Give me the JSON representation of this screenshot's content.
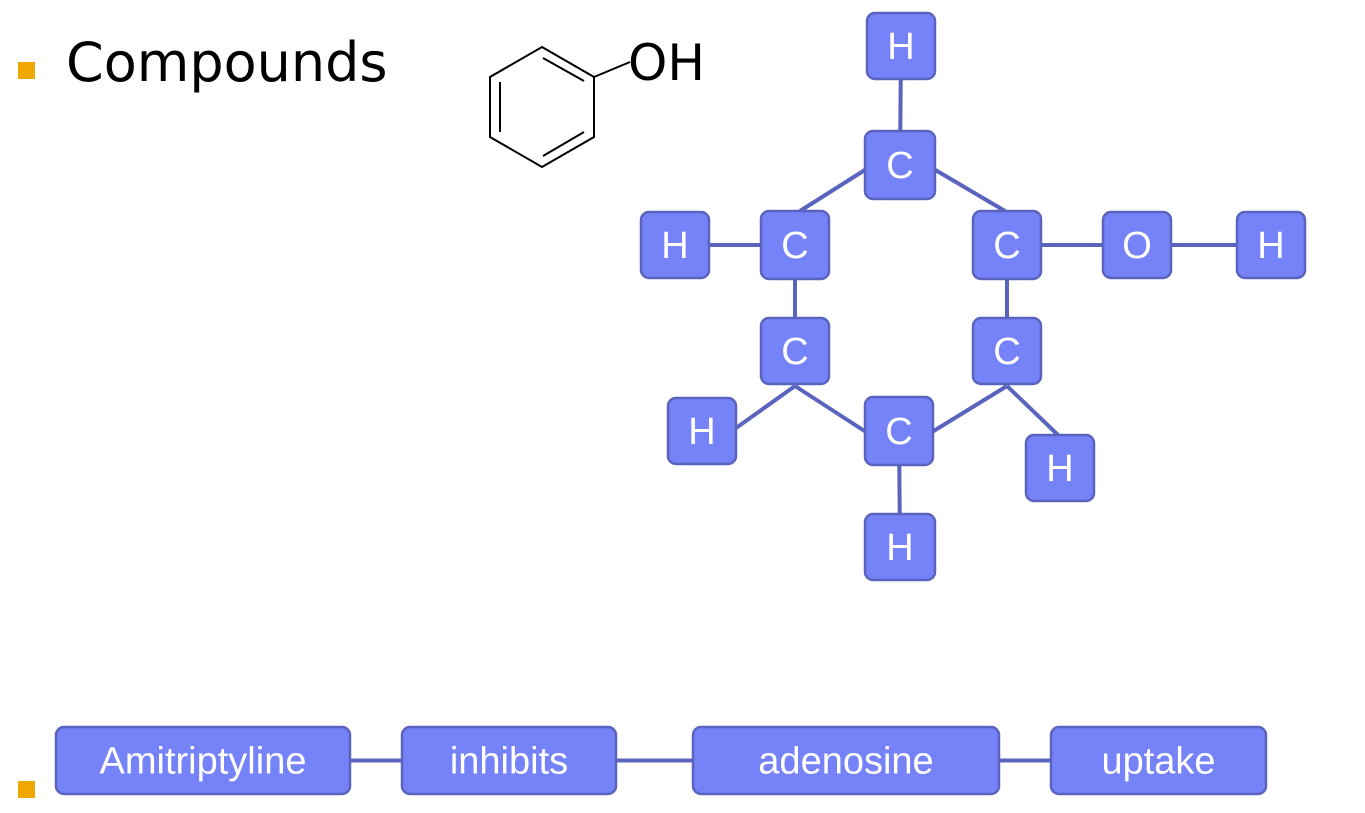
{
  "slide": {
    "bullet_color": "#F0A800",
    "heading": "Compounds"
  },
  "structural_formula": {
    "group_label": "OH"
  },
  "colors": {
    "node_fill": "#7682F7",
    "node_stroke": "#5A64BE",
    "edge": "#5A64BE",
    "node_text": "#FFFFFF"
  },
  "molecule_graph": {
    "nodes": [
      {
        "id": "h1",
        "label": "H"
      },
      {
        "id": "c1",
        "label": "C"
      },
      {
        "id": "h2",
        "label": "H"
      },
      {
        "id": "c2",
        "label": "C"
      },
      {
        "id": "c3",
        "label": "C"
      },
      {
        "id": "o1",
        "label": "O"
      },
      {
        "id": "h3",
        "label": "H"
      },
      {
        "id": "c4",
        "label": "C"
      },
      {
        "id": "c5",
        "label": "C"
      },
      {
        "id": "h4",
        "label": "H"
      },
      {
        "id": "c6",
        "label": "C"
      },
      {
        "id": "h5",
        "label": "H"
      },
      {
        "id": "h6",
        "label": "H"
      }
    ],
    "edges": [
      [
        "h1",
        "c1"
      ],
      [
        "c1",
        "c2"
      ],
      [
        "c1",
        "c3"
      ],
      [
        "h2",
        "c2"
      ],
      [
        "c3",
        "o1"
      ],
      [
        "o1",
        "h3"
      ],
      [
        "c2",
        "c4"
      ],
      [
        "c3",
        "c5"
      ],
      [
        "c4",
        "h4"
      ],
      [
        "c4",
        "c6"
      ],
      [
        "c5",
        "c6"
      ],
      [
        "c5",
        "h5"
      ],
      [
        "c6",
        "h6"
      ]
    ]
  },
  "phrase_graph": {
    "nodes": [
      {
        "id": "w1",
        "label": "Amitriptyline"
      },
      {
        "id": "w2",
        "label": "inhibits"
      },
      {
        "id": "w3",
        "label": "adenosine"
      },
      {
        "id": "w4",
        "label": "uptake"
      }
    ],
    "edges": [
      [
        "w1",
        "w2"
      ],
      [
        "w2",
        "w3"
      ],
      [
        "w3",
        "w4"
      ]
    ]
  }
}
